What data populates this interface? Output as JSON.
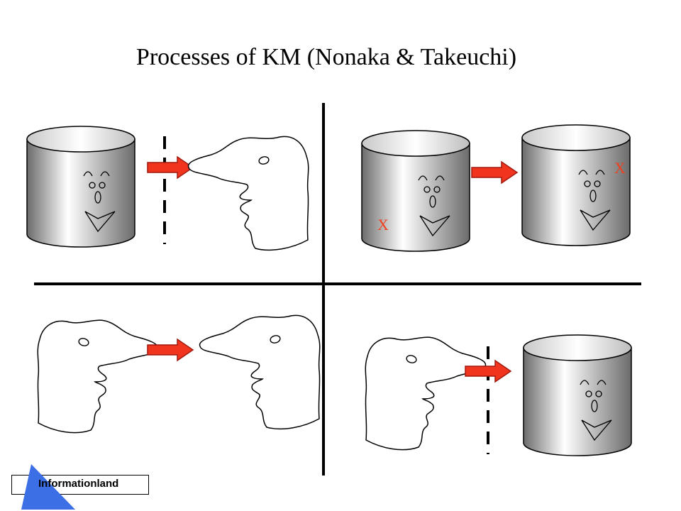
{
  "slide": {
    "title": "Processes of KM (Nonaka & Takeuchi)",
    "footer_logo_text": "Informationland"
  },
  "annotations": {
    "cross_mark": "X"
  },
  "colors": {
    "arrow": "#f0341e",
    "arrow_outline": "#a01a0e",
    "cross_mark": "#f04020",
    "logo_triangle": "#3c6fe6",
    "cylinder_dark": "#6b6b6b",
    "cylinder_light": "#ffffff"
  },
  "quadrants": [
    {
      "name": "top-left",
      "from": "database",
      "to": "person",
      "separator": "dashed-line"
    },
    {
      "name": "top-right",
      "from": "database",
      "to": "database",
      "separator": "none"
    },
    {
      "name": "bottom-left",
      "from": "person",
      "to": "person",
      "separator": "none"
    },
    {
      "name": "bottom-right",
      "from": "person",
      "to": "database",
      "separator": "dashed-line"
    }
  ]
}
